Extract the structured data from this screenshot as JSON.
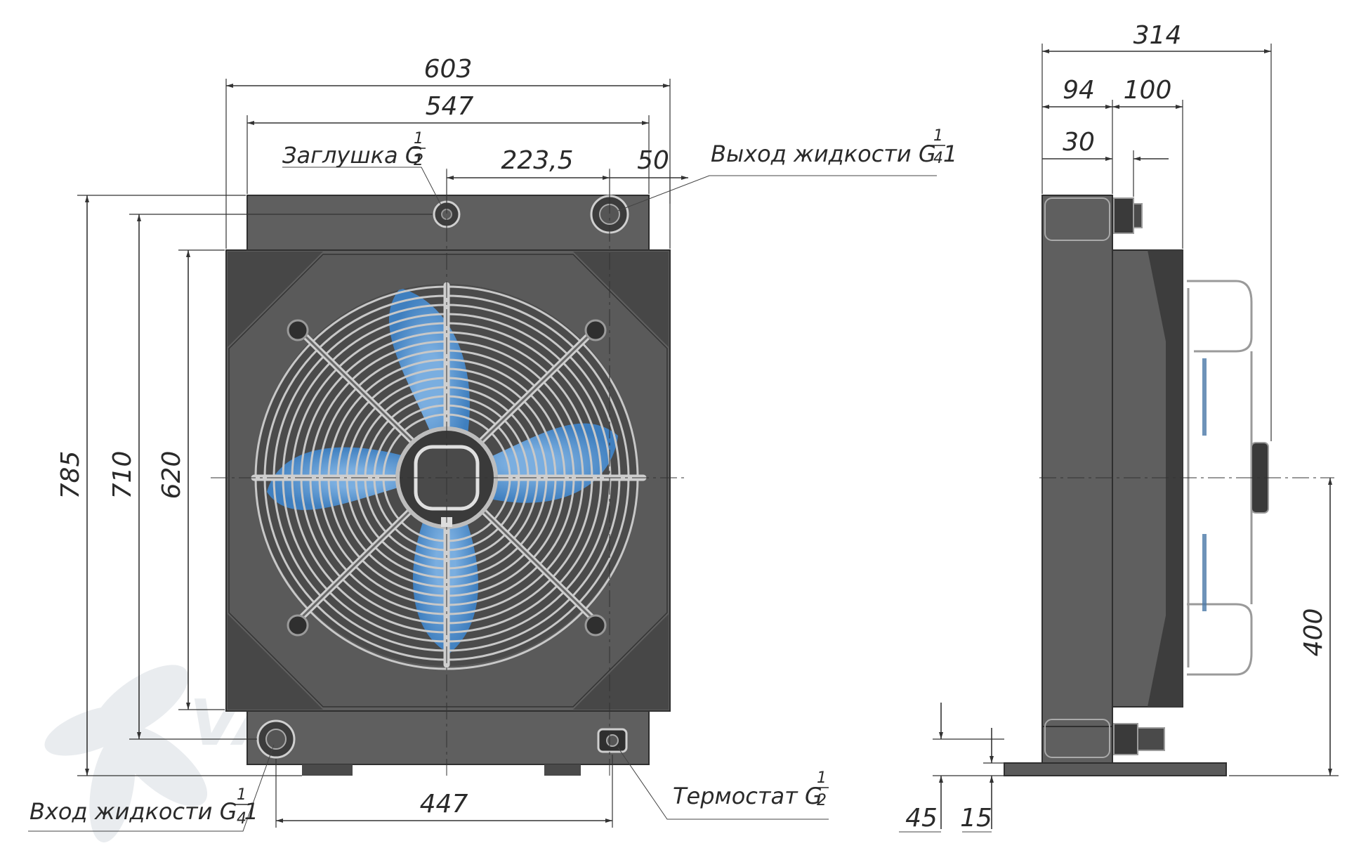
{
  "front_view": {
    "dims": {
      "overall_width": "603",
      "inner_width": "547",
      "plug_to_outlet": "223,5",
      "outlet_offset": "50",
      "overall_height": "785",
      "height_710": "710",
      "height_620": "620",
      "inlet_to_thermostat": "447"
    },
    "callouts": {
      "plug_label": "Заглушка G",
      "outlet_label": "Выход жидкости G 1",
      "inlet_label": "Вход жидкости G 1",
      "thermostat_label": "Термостат G",
      "frac_half_num": "1",
      "frac_half_den": "2",
      "frac_quarter_num": "1",
      "frac_quarter_den": "4"
    }
  },
  "side_view": {
    "dims": {
      "overall_depth": "314",
      "depth_94": "94",
      "depth_100": "100",
      "depth_30": "30",
      "axis_height": "400",
      "foot_45": "45",
      "foot_15": "15"
    }
  },
  "watermark": "VANTEL",
  "colors": {
    "body": "#5f5f5f",
    "body_dark": "#3d3d3d",
    "corner": "#4a4a4a",
    "blade": "#4f8fc8",
    "grille": "#c8c8c8",
    "line": "#333333",
    "watermark": "#d7dce2"
  }
}
